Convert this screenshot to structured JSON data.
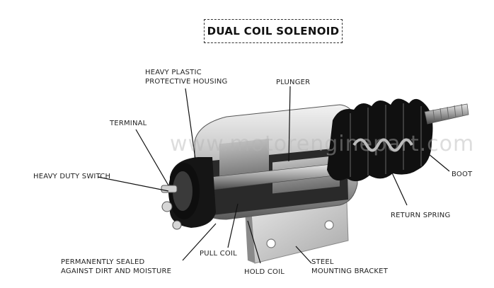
{
  "title": "DUAL COIL SOLENOID",
  "watermark": "www.motorenginepart.com",
  "labels": {
    "housing_line1": "HEAVY PLASTIC",
    "housing_line2": "PROTECTIVE HOUSING",
    "plunger": "PLUNGER",
    "terminal": "TERMINAL",
    "switch": "HEAVY DUTY SWITCH",
    "boot": "BOOT",
    "return_spring": "RETURN SPRING",
    "sealed_line1": "PERMANENTLY SEALED",
    "sealed_line2": "AGAINST DIRT AND MOISTURE",
    "pull_coil": "PULL COIL",
    "hold_coil": "HOLD COIL",
    "bracket_line1": "STEEL",
    "bracket_line2": "MOUNTING BRACKET"
  }
}
